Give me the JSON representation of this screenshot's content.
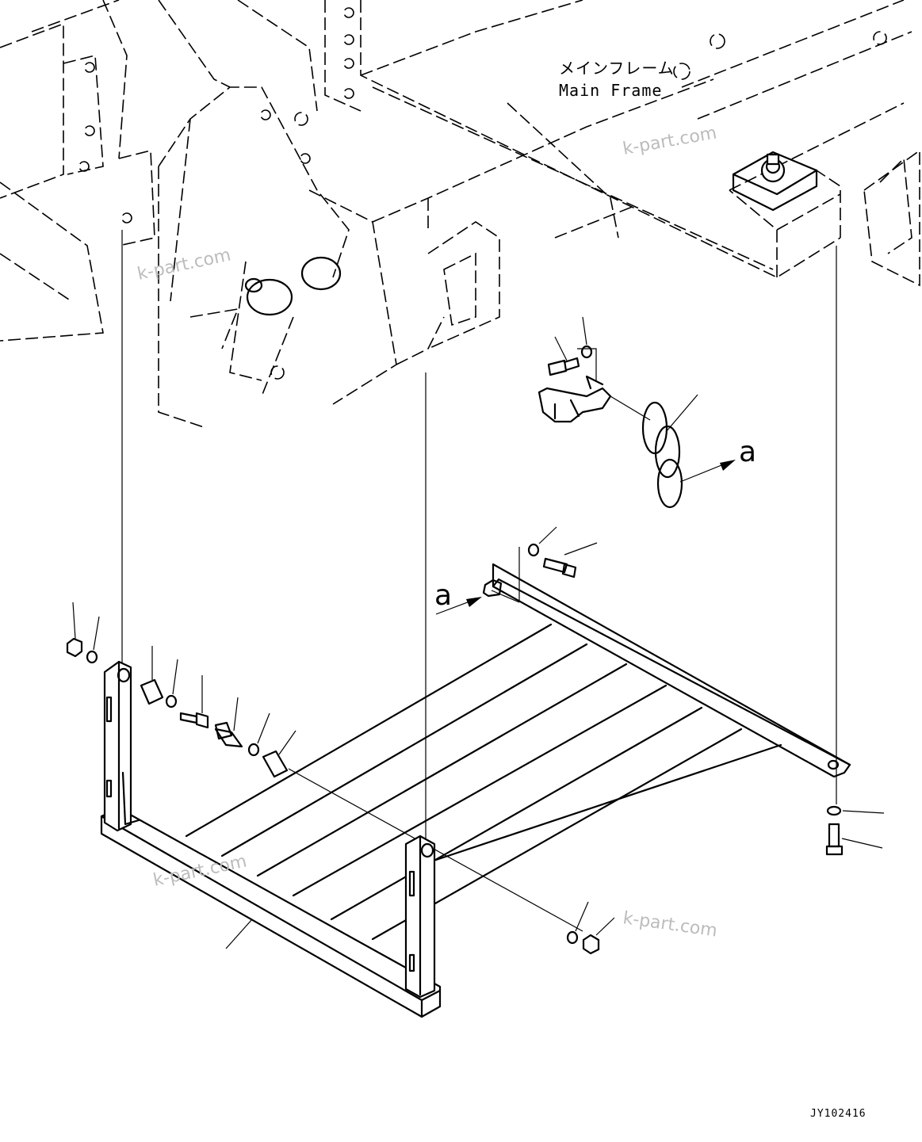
{
  "labels": {
    "main_frame_jp": "メインフレーム",
    "main_frame_en": "Main Frame",
    "view_marker_a1": "a",
    "view_marker_a2": "a",
    "drawing_code": "JY102416"
  },
  "watermarks": [
    "k-part.com",
    "k-part.com",
    "k-part.com",
    "k-part.com"
  ]
}
